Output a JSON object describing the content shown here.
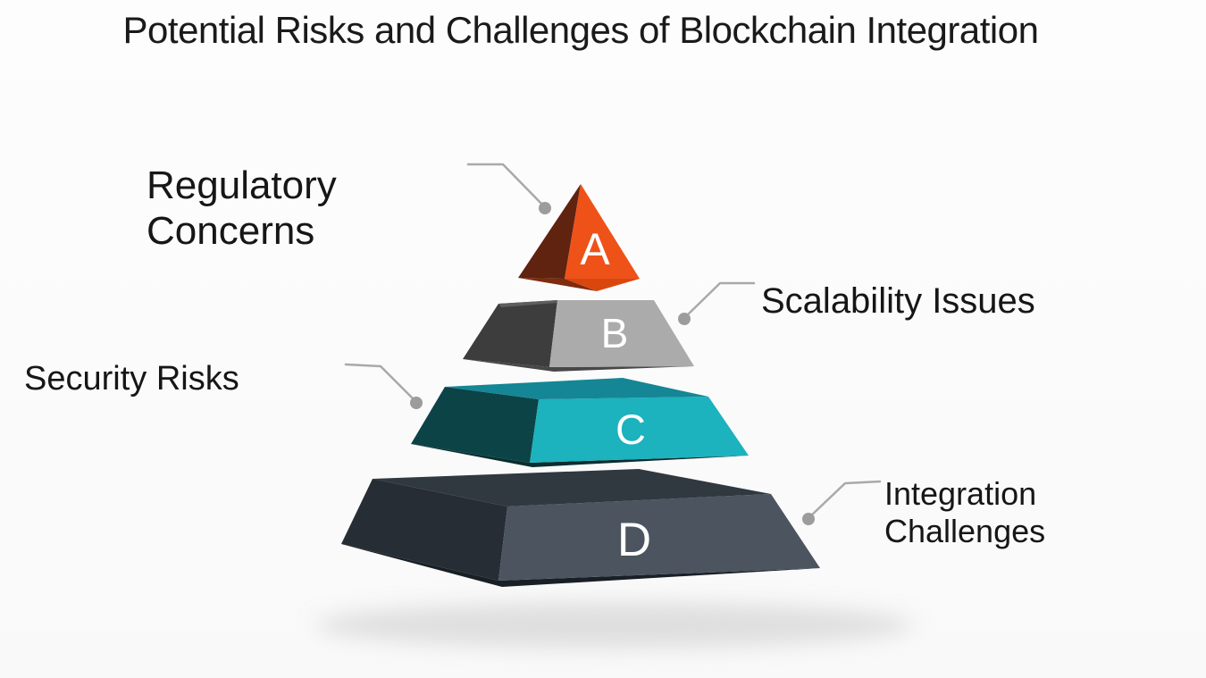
{
  "title": "Potential Risks and Challenges of Blockchain Integration",
  "pyramid": {
    "description": "Four-level 3D pyramid, levels lettered A (top) to D (base), each linked by a gray leader line and dot to a text label",
    "layers": [
      {
        "letter": "A",
        "label": "Regulatory Concerns",
        "front_color": "#EE5219",
        "side_color": "#5F2310",
        "base_left_color": "#7E2B0E",
        "base_right_color": "#D9470E"
      },
      {
        "letter": "B",
        "label": "Scalability Issues",
        "front_color": "#ABABAB",
        "side_color": "#3D3D3D",
        "base_color": "#474747",
        "bevel_color": "#5E5E5E"
      },
      {
        "letter": "C",
        "label": "Security Risks",
        "front_color": "#1CB2BE",
        "side_color": "#0C4347",
        "top_color": "#148695",
        "base_color": "#092E31"
      },
      {
        "letter": "D",
        "label": "Integration Challenges",
        "front_color": "#4B545F",
        "side_color": "#262D35",
        "top_color": "#303840",
        "base_color": "#191F26"
      }
    ]
  },
  "colors": {
    "background": "#FCFCFC",
    "title_text": "#1A1A1A",
    "label_text": "#161616",
    "leader_line": "#A9A9A9",
    "leader_dot": "#9C9C9C",
    "letter_text": "#FFFFFF",
    "shadow": "#C9C9C9"
  }
}
